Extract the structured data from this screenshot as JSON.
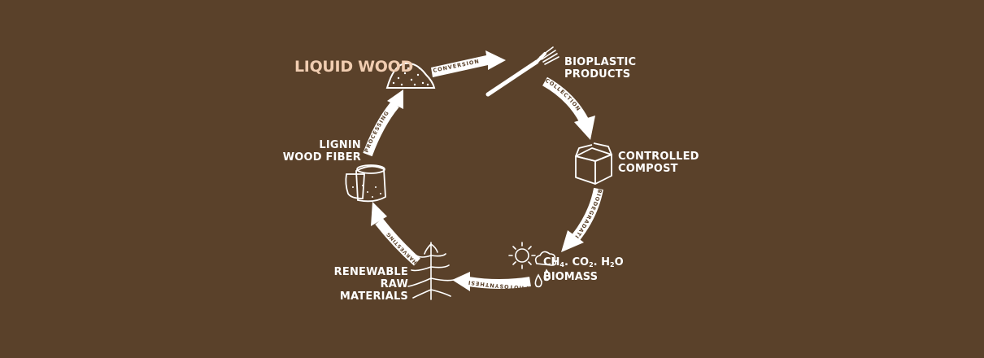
{
  "nodes": {
    "liquid_wood": "LIQUID WOOD",
    "bioplastic_line1": "BIOPLASTIC",
    "bioplastic_line2": "PRODUCTS",
    "compost_line1": "CONTROLLED",
    "compost_line2": "COMPOST",
    "formula": {
      "ch": "CH",
      "ch_sub": "4",
      "sep1": ". CO",
      "co_sub": "2",
      "sep2": ". H",
      "h_sub": "2",
      "o": "O"
    },
    "biomass": "BIOMASS",
    "renewable_line1": "RENEWABLE",
    "renewable_line2": "RAW MATERIALS",
    "lignin_line1": "LIGNIN",
    "lignin_line2": "WOOD FIBER"
  },
  "arrows": {
    "conversion": "CONVERSION",
    "collection": "COLLECTION",
    "biodegradation": "BIODEGRADATION",
    "photosynthesis": "PHOTOSYNTHESIS",
    "harvesting": "HARVESTING",
    "processing": "PROCESSING"
  },
  "colors": {
    "background": "#5a412a",
    "foreground": "#ffffff",
    "accent": "#f1cdb1"
  }
}
